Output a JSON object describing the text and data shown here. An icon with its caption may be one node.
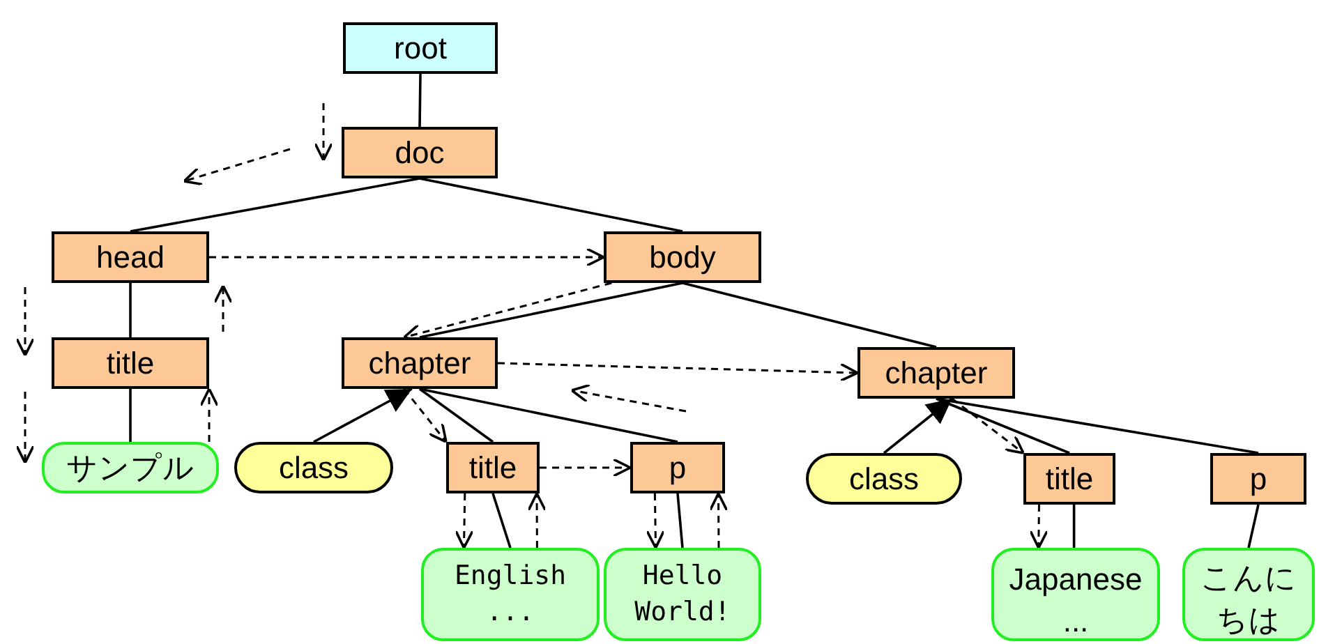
{
  "diagram": {
    "nodes": [
      {
        "text": [
          "root"
        ]
      },
      {
        "text": [
          "doc"
        ]
      },
      {
        "text": [
          "head"
        ]
      },
      {
        "text": [
          "body"
        ]
      },
      {
        "text": [
          "title"
        ]
      },
      {
        "text": [
          "サンプル"
        ]
      },
      {
        "text": [
          "chapter"
        ]
      },
      {
        "text": [
          "chapter"
        ]
      },
      {
        "text": [
          "class"
        ]
      },
      {
        "text": [
          "title"
        ]
      },
      {
        "text": [
          "p"
        ]
      },
      {
        "text": [
          "English ..."
        ]
      },
      {
        "text": [
          "Hello World!"
        ]
      },
      {
        "text": [
          "class"
        ]
      },
      {
        "text": [
          "title"
        ]
      },
      {
        "text": [
          "p"
        ]
      },
      {
        "text": [
          "Japanese ..."
        ]
      },
      {
        "text": [
          "こんにちは"
        ]
      }
    ],
    "edges": [
      {
        "from": 0,
        "to": 1,
        "arrow": "none"
      },
      {
        "from": 1,
        "to": 2,
        "arrow": "none"
      },
      {
        "from": 1,
        "to": 3,
        "arrow": "none"
      },
      {
        "from": 2,
        "to": 4,
        "arrow": "none"
      },
      {
        "from": 4,
        "to": 5,
        "arrow": "none"
      },
      {
        "from": 3,
        "to": 6,
        "arrow": "none"
      },
      {
        "from": 3,
        "to": 7,
        "arrow": "none"
      },
      {
        "from": 8,
        "to": 6,
        "arrow": "to"
      },
      {
        "from": 6,
        "to": 9,
        "arrow": "none"
      },
      {
        "from": 6,
        "to": 10,
        "arrow": "none"
      },
      {
        "from": 9,
        "to": 11,
        "arrow": "none"
      },
      {
        "from": 10,
        "to": 12,
        "arrow": "none"
      },
      {
        "from": 13,
        "to": 7,
        "arrow": "to"
      },
      {
        "from": 7,
        "to": 14,
        "arrow": "none"
      },
      {
        "from": 7,
        "to": 15,
        "arrow": "none"
      },
      {
        "from": 15,
        "to": 17,
        "arrow": "none"
      },
      {
        "from": 2,
        "to": 3,
        "arrow": "to",
        "style": "dashed"
      },
      {
        "from": 3,
        "to": 6,
        "arrow": "to",
        "style": "dashed"
      },
      {
        "from": 6,
        "to": 7,
        "arrow": "to",
        "style": "dashed"
      },
      {
        "from": 6,
        "to": 9,
        "arrow": "to",
        "style": "dashed"
      },
      {
        "from": 9,
        "to": 10,
        "arrow": "to",
        "style": "dashed"
      },
      {
        "from": 9,
        "to": 11,
        "arrow": "to",
        "style": "dashed"
      },
      {
        "from": 10,
        "to": 12,
        "arrow": "to",
        "style": "dashed"
      },
      {
        "from": 7,
        "to": 14,
        "arrow": "to",
        "style": "dashed"
      },
      {
        "from": 14,
        "to": 16,
        "arrow": "to",
        "style": "dashed"
      },
      {
        "from": 14,
        "to": 16,
        "arrow": "none"
      },
      {
        "from": 5,
        "to": 4,
        "arrow": "to",
        "style": "dashed"
      },
      {
        "from": 11,
        "to": 9,
        "arrow": "to",
        "style": "dashed"
      },
      {
        "from": 12,
        "to": 10,
        "arrow": "to",
        "style": "dashed"
      }
    ]
  }
}
